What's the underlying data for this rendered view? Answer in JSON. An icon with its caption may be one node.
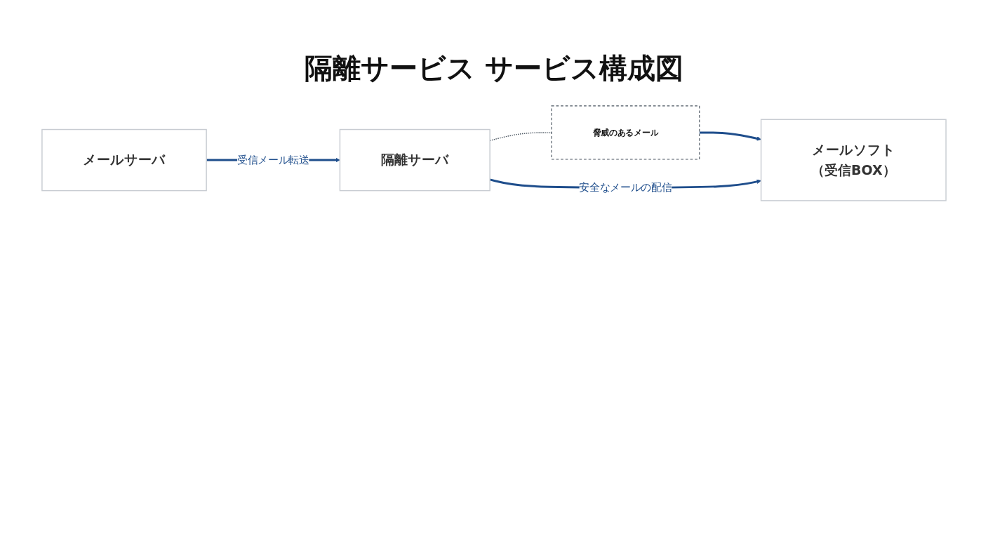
{
  "diagram": {
    "title": "隔離サービス サービス構成図",
    "nodes": [
      {
        "text": [
          "メールサーバ"
        ]
      },
      {
        "text": [
          "隔離サーバ"
        ]
      },
      {
        "text": [
          "脅威のあるメール"
        ]
      },
      {
        "text": [
          "メールソフト（受信BOX）"
        ]
      }
    ],
    "edges": [
      {
        "from": 0,
        "to": 1,
        "arrow": "to",
        "label": "受信メール転送"
      },
      {
        "from": 1,
        "to": 2,
        "arrow": "none",
        "style": "dashed",
        "color": "#4a5560"
      },
      {
        "from": 2,
        "to": 3,
        "arrow": "to"
      },
      {
        "from": 1,
        "to": 3,
        "arrow": "to",
        "label": "安全なメールの配信"
      }
    ]
  }
}
